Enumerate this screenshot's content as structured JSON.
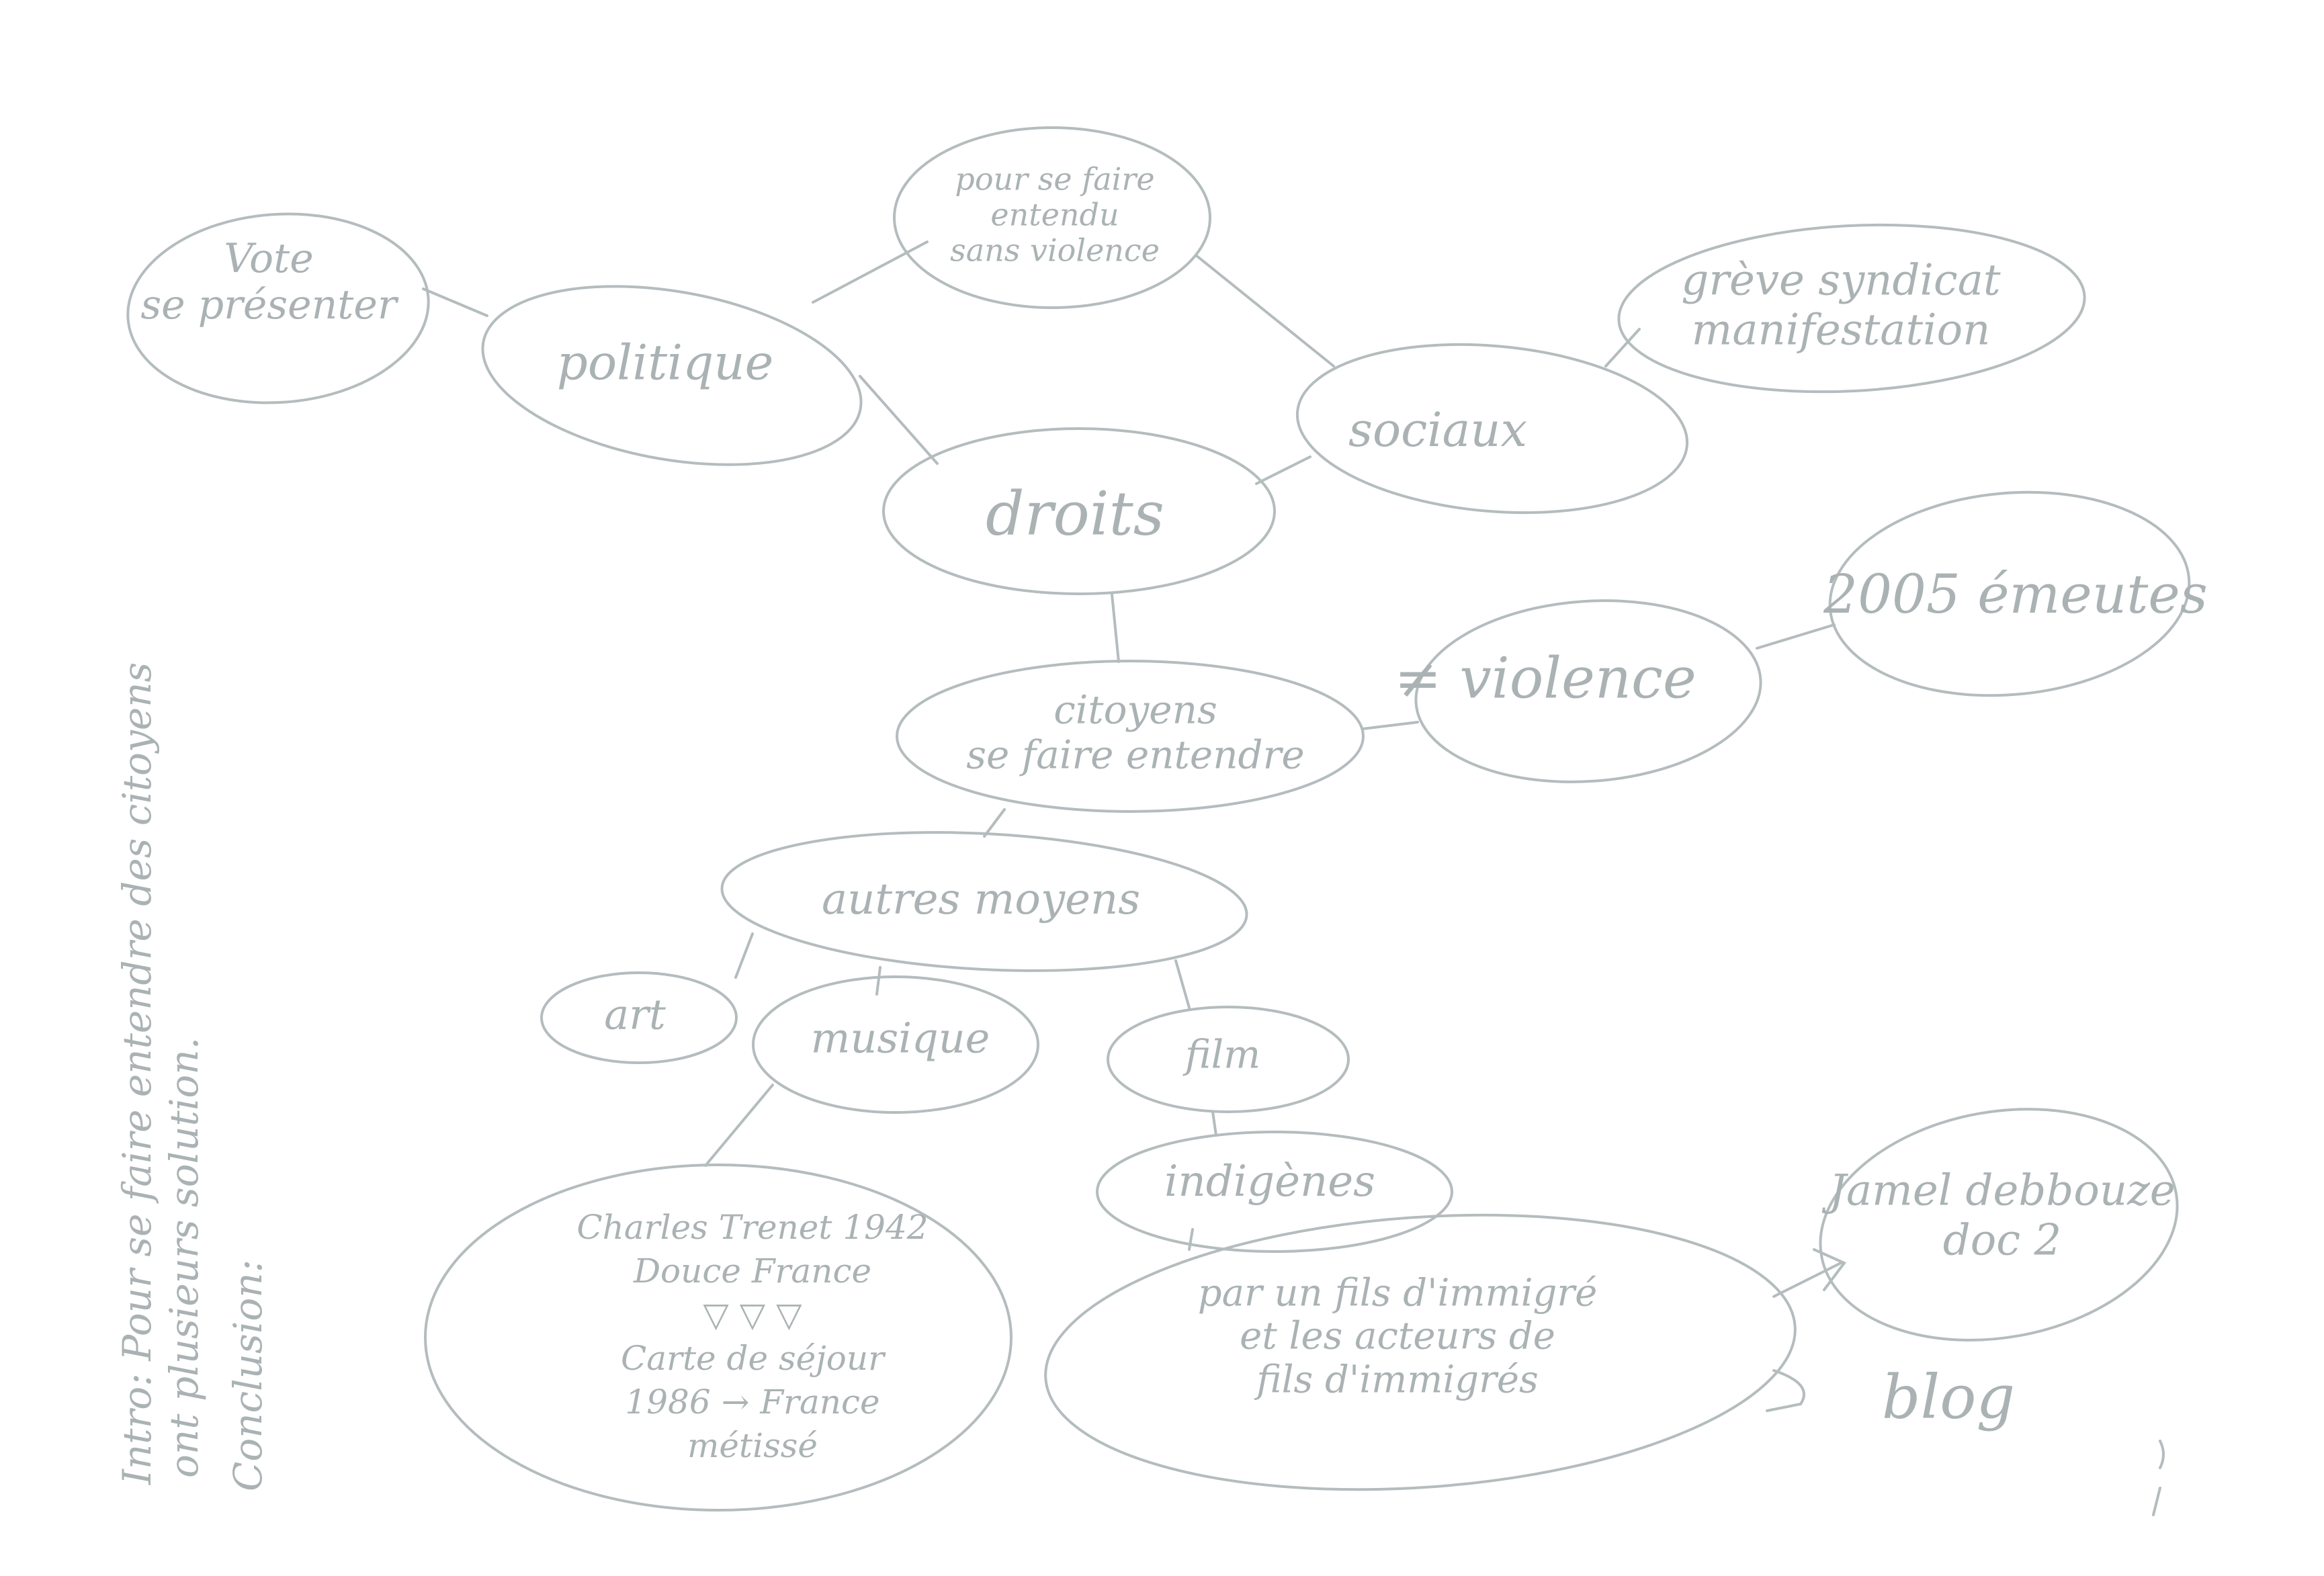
{
  "side_notes": {
    "intro": "Intro: Pour se faire entendre des citoyens",
    "intro_cont": "ont plusieurs solution.",
    "conclusion": "Conclusion:"
  },
  "nodes": {
    "vote": [
      "Vote",
      "se présenter"
    ],
    "politique": "politique",
    "sans_violence": [
      "pour se faire",
      "entendu",
      "sans violence"
    ],
    "greve": [
      "grève syndicat",
      "manifestation"
    ],
    "sociaux": "sociaux",
    "droits": "droits",
    "emeutes": "2005 émeutes",
    "violence": "≠ violence",
    "citoyens": [
      "citoyens",
      "se faire entendre"
    ],
    "autres_moyens": "autres moyens",
    "art": "art",
    "musique": "musique",
    "film": "film",
    "indigenes": "indigènes",
    "trenet": [
      "Charles Trenet 1942",
      "Douce France",
      "▽ ▽ ▽",
      "Carte de séjour",
      "1986 → France",
      "métissé"
    ],
    "fils_immigre": [
      "par un fils d'immigré",
      "et les acteurs de",
      "fils d'immigrés"
    ],
    "jamel": [
      "Jamel debbouze",
      "doc 2"
    ],
    "blog": "blog"
  },
  "colors": {
    "pencil": "#aab2b4",
    "paper": "#ffffff"
  }
}
